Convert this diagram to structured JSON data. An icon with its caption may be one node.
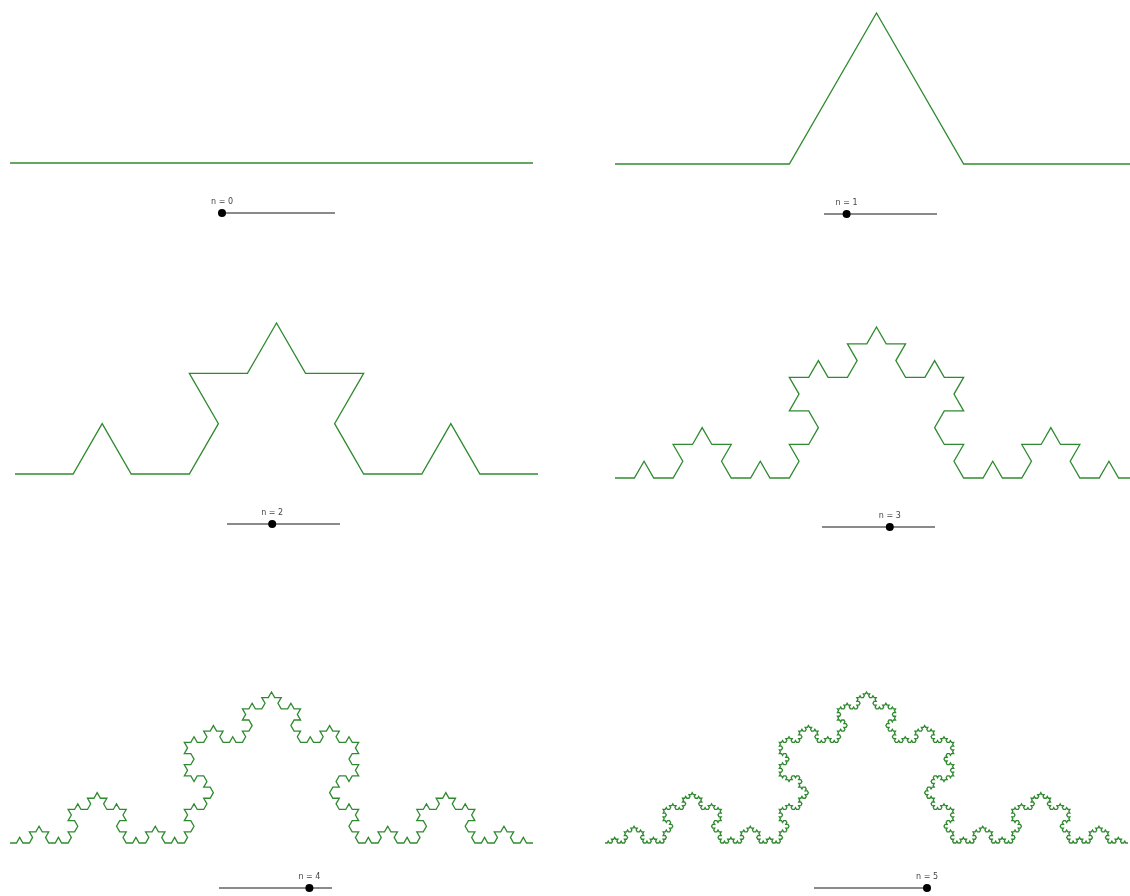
{
  "diagram": {
    "labels": [
      "n = 0",
      "n = 1",
      "n = 2",
      "n = 3",
      "n = 4",
      "n = 5"
    ]
  }
}
